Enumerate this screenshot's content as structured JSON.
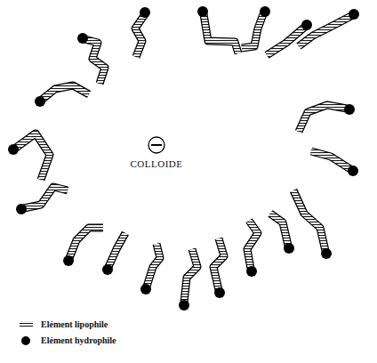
{
  "diagram": {
    "labels": [
      "COLLOIDE"
    ],
    "legend": [
      {
        "text": "Elément lipophile"
      },
      {
        "text": "Elément hydrophile"
      }
    ]
  }
}
